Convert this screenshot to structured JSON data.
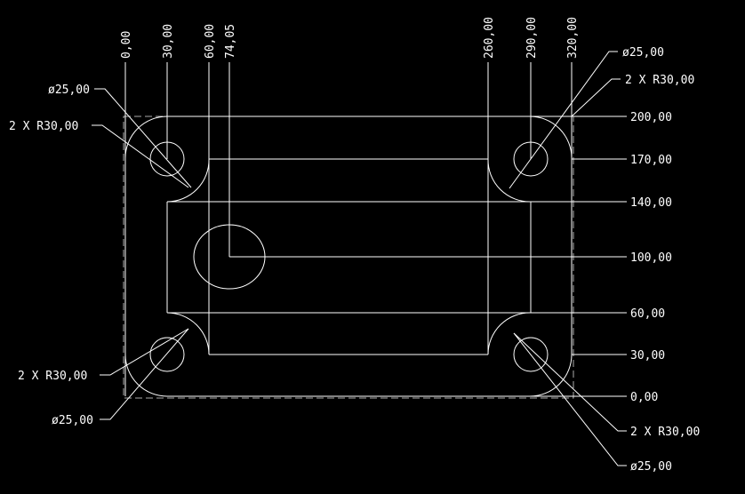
{
  "colors": {
    "background": "#000000",
    "lines": "#ffffff",
    "bounds": "#aaaaaa"
  },
  "x_dims": [
    "0,00",
    "30,00",
    "60,00",
    "74,05",
    "260,00",
    "290,00",
    "320,00"
  ],
  "y_dims": [
    "200,00",
    "170,00",
    "140,00",
    "100,00",
    "60,00",
    "30,00",
    "0,00"
  ],
  "callouts": {
    "tl_diameter": "ø25,00",
    "tl_radius": "2 X R30,00",
    "tr_diameter": "ø25,00",
    "tr_radius": "2 X R30,00",
    "bl_radius": "2 X R30,00",
    "bl_diameter": "ø25,00",
    "br_radius": "2 X R30,00",
    "br_diameter": "ø25,00"
  }
}
